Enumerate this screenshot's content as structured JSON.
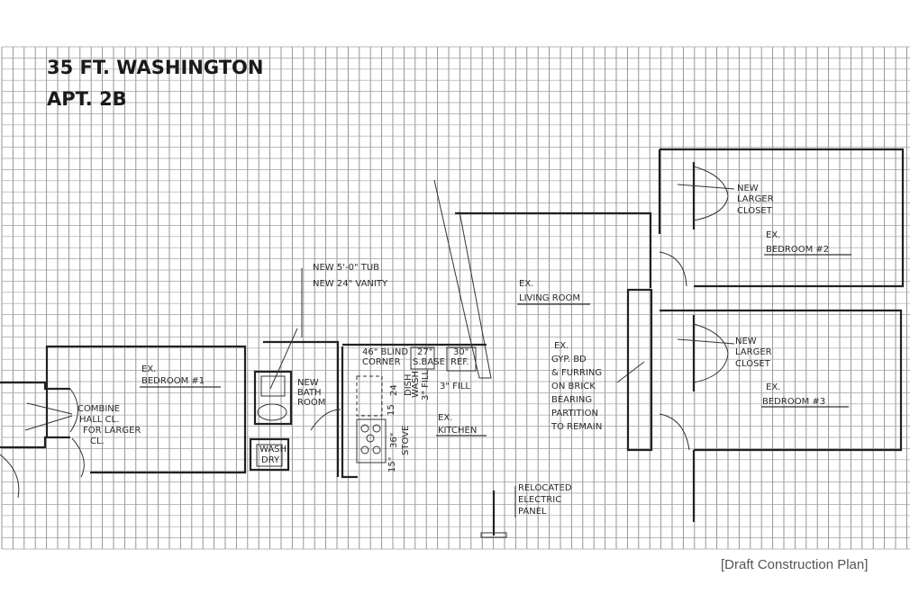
{
  "title": {
    "line1": "35 FT. WASHINGTON",
    "line2": "APT. 2B"
  },
  "labels": {
    "tub": "NEW 5'-0\" TUB",
    "vanity": "NEW 24\" VANITY",
    "bedroom1": [
      "EX.",
      "BEDROOM #1"
    ],
    "combine": [
      "COMBINE",
      "HALL CL.",
      "FOR LARGER",
      "CL."
    ],
    "bath": [
      "NEW",
      "BATH",
      "ROOM"
    ],
    "wash": [
      "WASH",
      "DRY"
    ],
    "blind_corner": [
      "46\" BLIND",
      "CORNER"
    ],
    "sbase": [
      "27\"",
      "S.BASE"
    ],
    "ref": [
      "30\"",
      "REF."
    ],
    "fill1": "3\" FILL",
    "fill2": "3\" FILL",
    "dishwash": [
      "DISH",
      "WASH"
    ],
    "dim24": "24",
    "dim15a": "15",
    "dim36": "36\"",
    "stove": "STOVE",
    "dim15b": "15\"",
    "kitchen": [
      "EX.",
      "KITCHEN"
    ],
    "living": [
      "EX.",
      "LIVING ROOM"
    ],
    "partition": [
      "EX.",
      "GYP. BD",
      "& FURRING",
      "ON BRICK",
      "BEARING",
      "PARTITION",
      "TO REMAIN"
    ],
    "panel": [
      "RELOCATED",
      "ELECTRIC",
      "PANEL"
    ],
    "closet2": [
      "NEW",
      "LARGER",
      "CLOSET"
    ],
    "bedroom2": [
      "EX.",
      "BEDROOM #2"
    ],
    "closet3": [
      "NEW",
      "LARGER",
      "CLOSET"
    ],
    "bedroom3": [
      "EX.",
      "BEDROOM #3"
    ]
  },
  "caption": "[Draft Construction Plan]"
}
